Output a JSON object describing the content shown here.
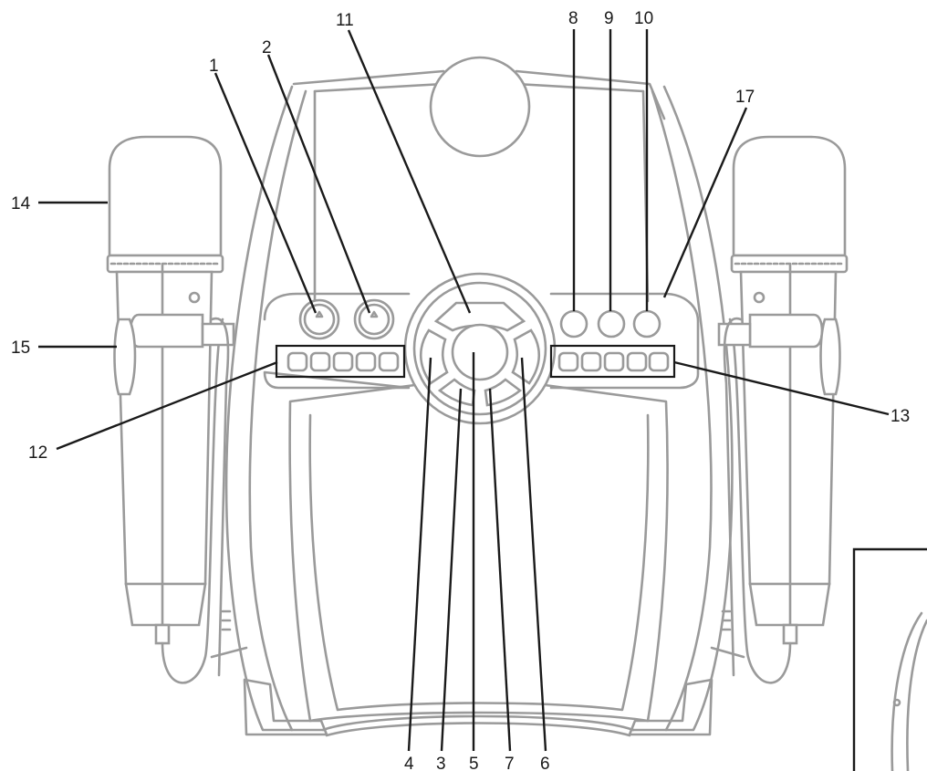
{
  "labels": {
    "n1": "1",
    "n2": "2",
    "n3": "3",
    "n4": "4",
    "n5": "5",
    "n6": "6",
    "n7": "7",
    "n8": "8",
    "n9": "9",
    "n10": "10",
    "n11": "11",
    "n12": "12",
    "n13": "13",
    "n14": "14",
    "n15": "15",
    "n17": "17"
  },
  "colors": {
    "drawing": "#9a9a9a",
    "callout": "#1a1a1a"
  }
}
